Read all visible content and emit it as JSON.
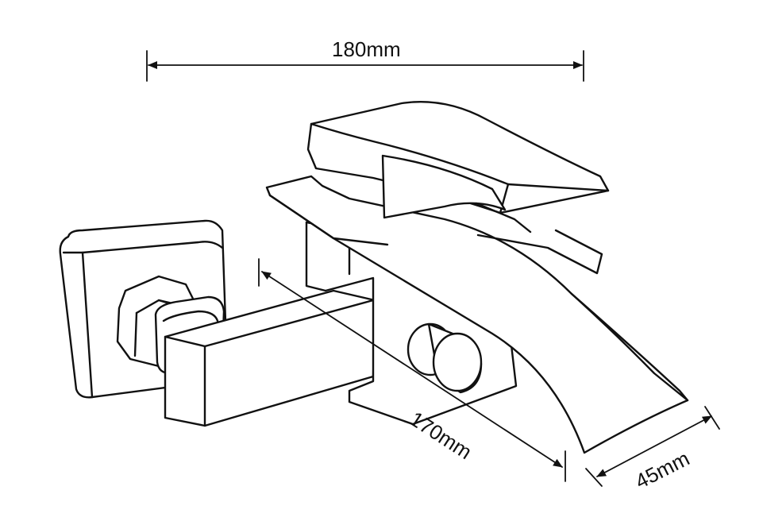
{
  "dimensions": {
    "width_label": "180mm",
    "length_label": "170mm",
    "depth_label": "45mm"
  },
  "colors": {
    "line": "#111111",
    "background": "#ffffff"
  }
}
